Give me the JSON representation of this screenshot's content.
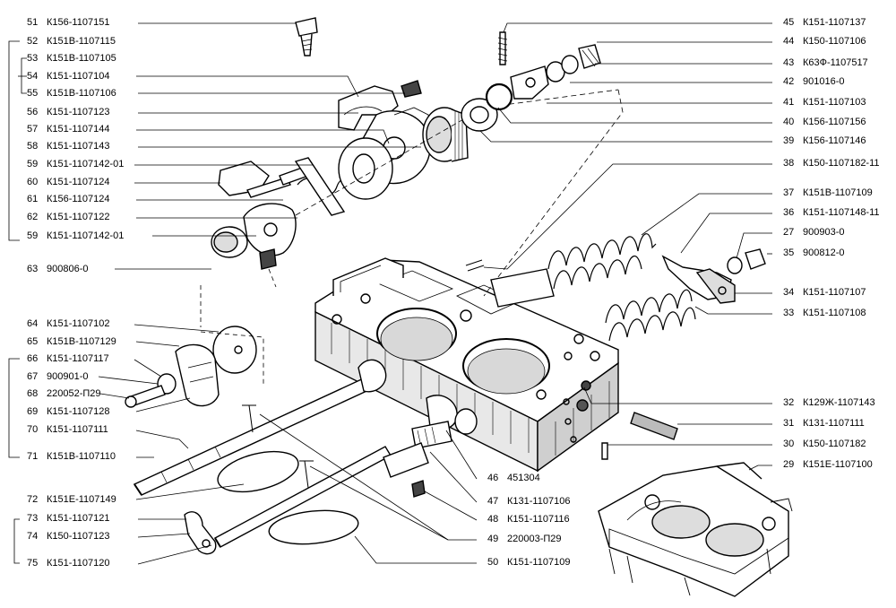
{
  "left_labels": [
    {
      "num": "51",
      "code": "К156-1107151"
    },
    {
      "num": "52",
      "code": "К151В-1107115"
    },
    {
      "num": "53",
      "code": "К151В-1107105"
    },
    {
      "num": "54",
      "code": "К151-1107104"
    },
    {
      "num": "55",
      "code": "К151В-1107106"
    },
    {
      "num": "56",
      "code": "К151-1107123"
    },
    {
      "num": "57",
      "code": "К151-1107144"
    },
    {
      "num": "58",
      "code": "К151-1107143"
    },
    {
      "num": "59",
      "code": "К151-1107142-01"
    },
    {
      "num": "60",
      "code": "К151-1107124"
    },
    {
      "num": "61",
      "code": "К156-1107124"
    },
    {
      "num": "62",
      "code": "К151-1107122"
    },
    {
      "num": "59",
      "code": "К151-1107142-01"
    },
    {
      "num": "63",
      "code": "900806-0"
    },
    {
      "num": "64",
      "code": "К151-1107102"
    },
    {
      "num": "65",
      "code": "К151В-1107129"
    },
    {
      "num": "66",
      "code": "К151-1107117"
    },
    {
      "num": "67",
      "code": "900901-0"
    },
    {
      "num": "68",
      "code": "220052-П29"
    },
    {
      "num": "69",
      "code": "К151-1107128"
    },
    {
      "num": "70",
      "code": "К151-1107111"
    },
    {
      "num": "71",
      "code": "К151В-1107110"
    },
    {
      "num": "72",
      "code": "К151Е-1107149"
    },
    {
      "num": "73",
      "code": "К151-1107121"
    },
    {
      "num": "74",
      "code": "К150-1107123"
    },
    {
      "num": "75",
      "code": "К151-1107120"
    }
  ],
  "right_labels": [
    {
      "num": "45",
      "code": "К151-1107137"
    },
    {
      "num": "44",
      "code": "К150-1107106"
    },
    {
      "num": "43",
      "code": "К63Ф-1107517"
    },
    {
      "num": "42",
      "code": "901016-0"
    },
    {
      "num": "41",
      "code": "К151-1107103"
    },
    {
      "num": "40",
      "code": "К156-1107156"
    },
    {
      "num": "39",
      "code": "К156-1107146"
    },
    {
      "num": "38",
      "code": "К150-1107182-11"
    },
    {
      "num": "37",
      "code": "К151В-1107109"
    },
    {
      "num": "36",
      "code": "К151-1107148-11"
    },
    {
      "num": "27",
      "code": "900903-0"
    },
    {
      "num": "35",
      "code": "900812-0"
    },
    {
      "num": "34",
      "code": "К151-1107107"
    },
    {
      "num": "33",
      "code": "К151-1107108"
    },
    {
      "num": "32",
      "code": "К129Ж-1107143"
    },
    {
      "num": "31",
      "code": "К131-1107111"
    },
    {
      "num": "30",
      "code": "К150-1107182"
    },
    {
      "num": "29",
      "code": "К151Е-1107100"
    }
  ],
  "bottom_labels": [
    {
      "num": "46",
      "code": "451304"
    },
    {
      "num": "47",
      "code": "К131-1107106"
    },
    {
      "num": "48",
      "code": "К151-1107116"
    },
    {
      "num": "49",
      "code": "220003-П29"
    },
    {
      "num": "50",
      "code": "К151-1107109"
    }
  ]
}
